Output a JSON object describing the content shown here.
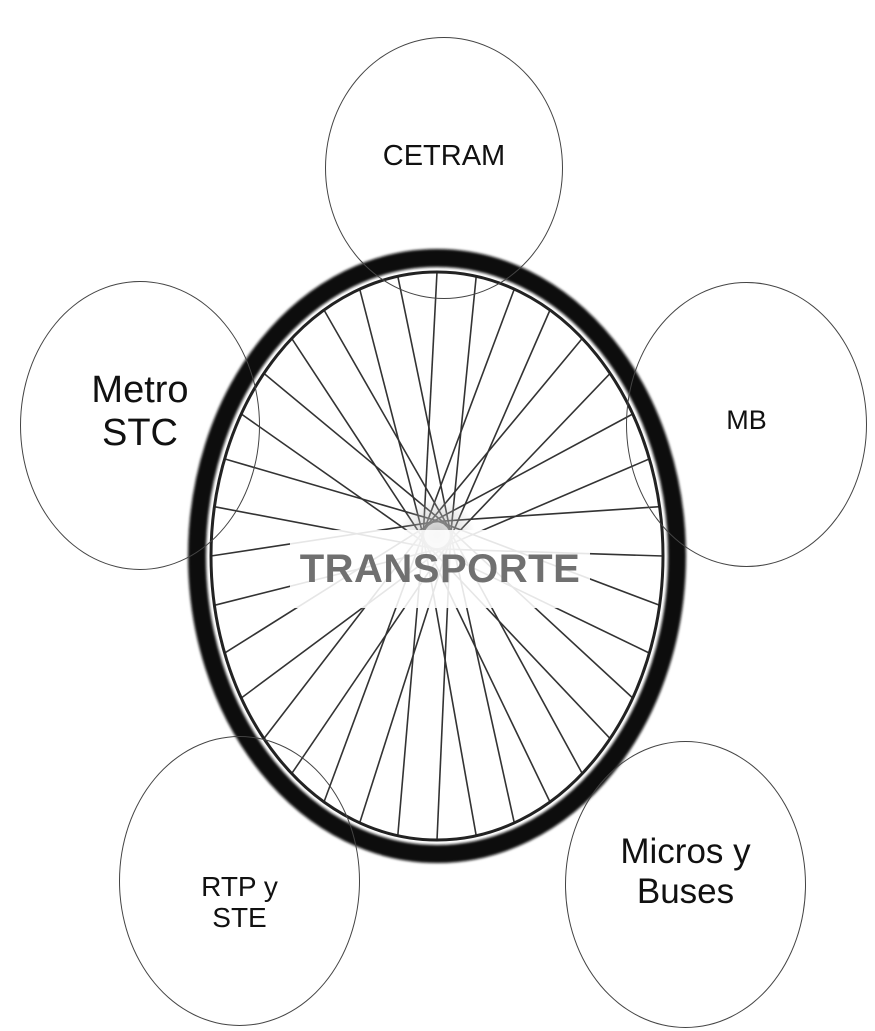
{
  "diagram": {
    "center": {
      "label": "TRANSPORTE",
      "image": "bicycle-wheel-icon"
    },
    "nodes": [
      {
        "id": "cetram",
        "label": "CETRAM"
      },
      {
        "id": "metro",
        "label": "Metro\nSTC"
      },
      {
        "id": "mb",
        "label": "MB"
      },
      {
        "id": "rtp",
        "label": "RTP y\nSTE"
      },
      {
        "id": "micros",
        "label": "Micros y\nBuses"
      }
    ],
    "colors": {
      "rim": "#111111",
      "spokes": "#333333",
      "center_text": "#707070",
      "node_outline": "#444444"
    }
  }
}
